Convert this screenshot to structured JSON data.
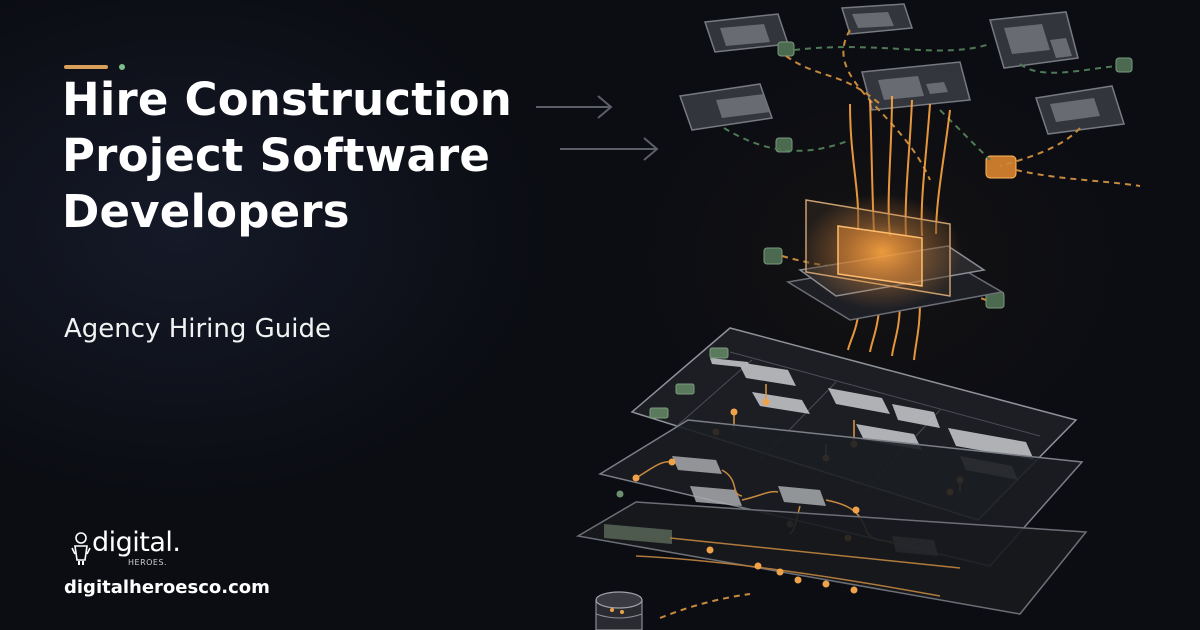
{
  "hero": {
    "title": "Hire Construction Project Software Developers",
    "subtitle": "Agency Hiring Guide"
  },
  "brand": {
    "logo_word": "digital.",
    "logo_sub": "HEROES.",
    "url": "digitalheroesco.com"
  },
  "colors": {
    "background": "#0b0d13",
    "accent": "#d9a05b",
    "secondary_accent": "#7fbf8a",
    "text": "#ffffff"
  }
}
